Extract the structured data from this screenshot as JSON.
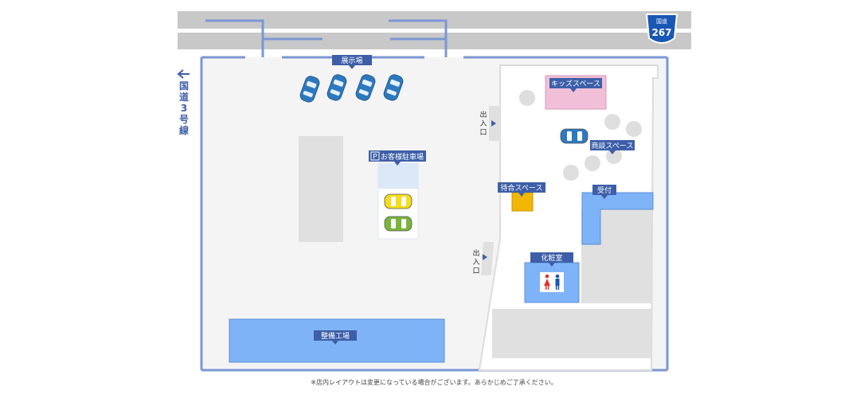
{
  "road": {
    "route_sign_top": "国道",
    "route_sign_number": "267",
    "side_road_chars": [
      "国",
      "道",
      "3",
      "号",
      "線"
    ]
  },
  "labels": {
    "showroom": "展示場",
    "parking_icon": "P",
    "customer_parking": "お客様駐車場",
    "kids_space": "キッズスペース",
    "meeting_space": "商談スペース",
    "waiting_space": "待合スペース",
    "reception": "受付",
    "restroom": "化粧室",
    "service_shop": "整備工場"
  },
  "entrances": {
    "upper": [
      "出",
      "入",
      "口"
    ],
    "lower": [
      "出",
      "入",
      "口"
    ]
  },
  "footer_note": "※店内レイアウトは変更になっている場合がございます。あらかじめご了承ください。",
  "colors": {
    "road": "#c8c8c8",
    "lot_border": "#7b97d4",
    "lot_fill": "#f4f4f4",
    "label_bg": "#3d5fa8",
    "service_shop": "#7fb3f7",
    "kids_space": "#f1bfd8",
    "waiting_space": "#f2b705",
    "car_blue": "#2d79bf",
    "car_yellow": "#f5dd18",
    "car_green": "#78b53a"
  },
  "icons": [
    "left-arrow-icon",
    "parking-icon",
    "restroom-icon",
    "route-shield-icon",
    "car-icon",
    "table-icon"
  ]
}
